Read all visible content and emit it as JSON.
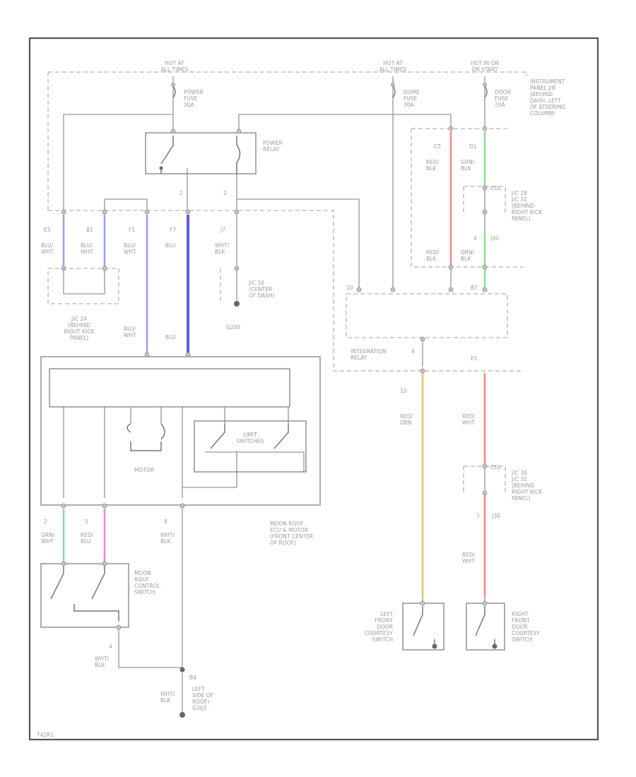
{
  "diagram": {
    "power_sources": [
      {
        "id": "src-hot-all-1",
        "lines": [
          "HOT AT",
          "ALL TIMES"
        ]
      },
      {
        "id": "src-hot-all-2",
        "lines": [
          "HOT AT",
          "ALL TIMES"
        ]
      },
      {
        "id": "src-hot-on",
        "lines": [
          "HOT IN ON",
          "OR START"
        ]
      }
    ],
    "fuses": [
      {
        "id": "fuse-power",
        "lines": [
          "POWER",
          "FUSE",
          "30A"
        ]
      },
      {
        "id": "fuse-dome",
        "lines": [
          "DOME",
          "FUSE",
          "30A"
        ]
      },
      {
        "id": "fuse-door",
        "lines": [
          "DOOR",
          "FUSE",
          "20A"
        ]
      }
    ],
    "instrument_panel_note": [
      "INSTRUMENT",
      "PANEL J/B",
      "(BEHIND",
      "DASH, LEFT",
      "OF STEERING",
      "COLUMN)"
    ],
    "components": {
      "power_relay": [
        "POWER",
        "RELAY"
      ],
      "integration_relay": [
        "INTEGRATION",
        "RELAY"
      ],
      "motor": "MOTOR",
      "limit_switches": [
        "LIMIT",
        "SWITCHES"
      ],
      "moon_roof_ecu": [
        "MOON ROOF",
        "ECU & MOTOR",
        "(FRONT CENTER",
        "OF ROOF)"
      ],
      "moon_roof_switch": [
        "MOON",
        "ROOF",
        "CONTROL",
        "SWITCH"
      ],
      "left_door_switch": [
        "LEFT",
        "FRONT",
        "DOOR",
        "COURTESY",
        "SWITCH"
      ],
      "right_door_switch": [
        "RIGHT",
        "FRONT",
        "DOOR",
        "COURTESY",
        "SWITCH"
      ]
    },
    "junctions": {
      "jc_left": [
        "J/C 24",
        "(BEHIND",
        "RIGHT KICK",
        "PANEL)"
      ],
      "jc_center": [
        "J/C 16",
        "(CENTER",
        "OF DASH)"
      ],
      "jc_upper_right": [
        "J/C 28",
        "J/C 31",
        "(BEHIND",
        "RIGHT KICK",
        "PANEL)"
      ],
      "jc_lower_right": [
        "J/C 30",
        "J/C 31",
        "(BEHIND",
        "RIGHT KICK",
        "PANEL)"
      ]
    },
    "grounds": {
      "g200": "G200",
      "g_left": [
        "LEFT",
        "SIDE OF",
        "ROOF)",
        "G302"
      ]
    },
    "wire_labels": [
      {
        "id": "wl-blu-wht-1",
        "lines": [
          "BLU/",
          "WHT"
        ]
      },
      {
        "id": "wl-blu-wht-2",
        "lines": [
          "BLU/",
          "WHT"
        ]
      },
      {
        "id": "wl-blu-wht-3",
        "lines": [
          "BLU/",
          "WHT"
        ]
      },
      {
        "id": "wl-blu-1",
        "lines": [
          "BLU"
        ]
      },
      {
        "id": "wl-wht-blk-1",
        "lines": [
          "WHT/",
          "BLK"
        ]
      },
      {
        "id": "wl-blu-wht-4",
        "lines": [
          "BLU/",
          "WHT"
        ]
      },
      {
        "id": "wl-blu-2",
        "lines": [
          "BLU"
        ]
      },
      {
        "id": "wl-red-blk-1",
        "lines": [
          "RED/",
          "BLK"
        ]
      },
      {
        "id": "wl-grn-blk-1",
        "lines": [
          "GRN/",
          "BLK"
        ]
      },
      {
        "id": "wl-red-blk-2",
        "lines": [
          "RED/",
          "BLK"
        ]
      },
      {
        "id": "wl-grn-blk-2",
        "lines": [
          "GRN/",
          "BLK"
        ]
      },
      {
        "id": "wl-red-grn",
        "lines": [
          "RED/",
          "GRN"
        ]
      },
      {
        "id": "wl-red-wht-1",
        "lines": [
          "RED/",
          "WHT"
        ]
      },
      {
        "id": "wl-red-wht-2",
        "lines": [
          "RED/",
          "WHT"
        ]
      },
      {
        "id": "wl-grn-wht",
        "lines": [
          "GRN/",
          "WHT"
        ]
      },
      {
        "id": "wl-red-blu",
        "lines": [
          "RED/",
          "BLU"
        ]
      },
      {
        "id": "wl-wht-blk-2",
        "lines": [
          "WHT/",
          "BLK"
        ]
      },
      {
        "id": "wl-wht-blk-3",
        "lines": [
          "WHT/",
          "BLK"
        ]
      },
      {
        "id": "wl-wht-blk-4",
        "lines": [
          "WHT/",
          "BLK"
        ]
      }
    ],
    "pins": {
      "p_e3": "E3",
      "p_b1": "B1",
      "p_f1": "F1",
      "p_f7": "F7",
      "p_j7": "J7",
      "p_2a": "2",
      "p_2b": "2",
      "p_c5": "C5",
      "p_d1": "D1",
      "p_col_u": "COL",
      "p_4": "4",
      "p_j30u": "J30",
      "p_ecu_a": "10",
      "p_b7": "B7",
      "p_4b": "4",
      "p_e5": "E5",
      "p_col_l": "COL",
      "p_7": "7",
      "p_j30l": "J30",
      "p_2c": "2",
      "p_5": "5",
      "p_8": "8",
      "p_4c": "4",
      "p_b4": "B4"
    },
    "footer_code": "T42R1"
  },
  "wire_colors": {
    "blue_light": "#9aa2f5",
    "blue_dark": "#5a5cf0",
    "red": "#f08a8a",
    "green": "#8ee08e",
    "orange": "#e8c070",
    "magenta": "#e48ae8"
  }
}
